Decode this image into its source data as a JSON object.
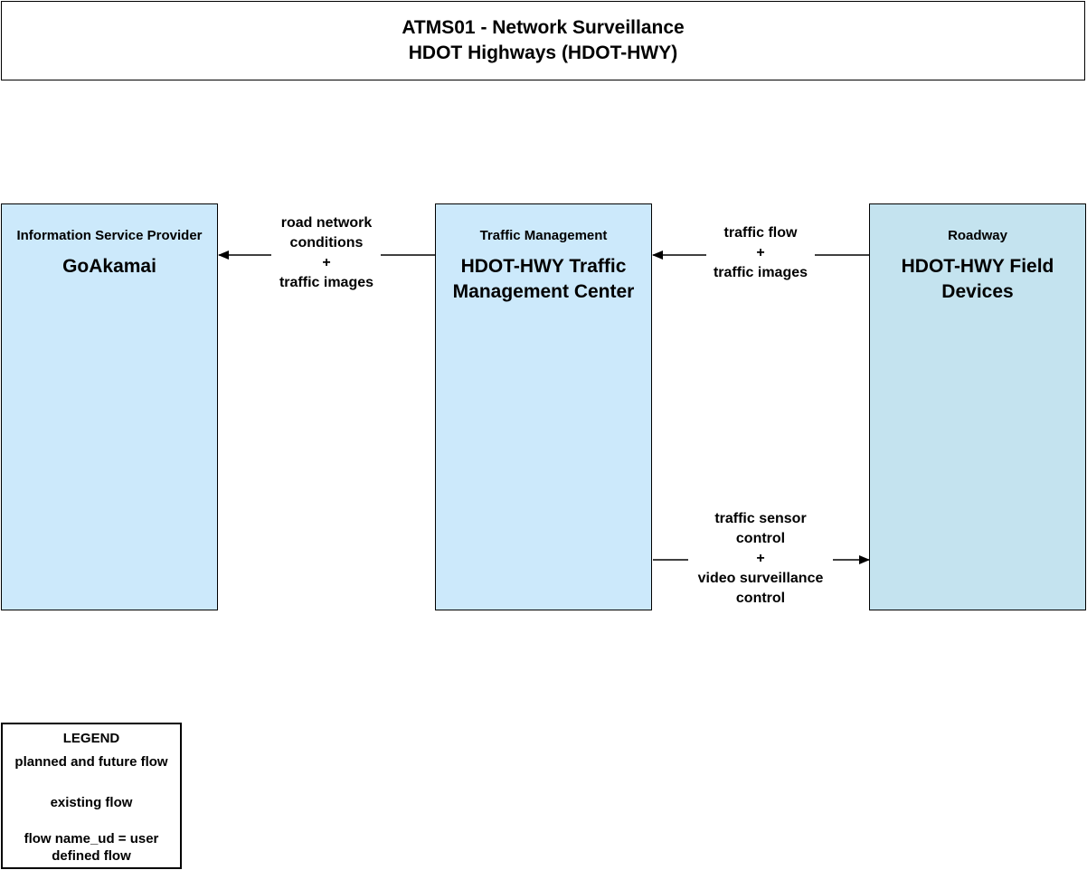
{
  "title": {
    "line1": "ATMS01 - Network Surveillance",
    "line2": "HDOT Highways (HDOT-HWY)"
  },
  "elements": {
    "isp": {
      "category": "Information Service Provider",
      "name": "GoAkamai"
    },
    "tmc": {
      "category": "Traffic Management",
      "name": "HDOT-HWY Traffic Management Center"
    },
    "roadway": {
      "category": "Roadway",
      "name": "HDOT-HWY Field Devices"
    }
  },
  "flows": {
    "tmc_to_isp": [
      "road network",
      "conditions",
      "+",
      "traffic images"
    ],
    "roadway_to_tmc": [
      "traffic flow",
      "+",
      "traffic images"
    ],
    "tmc_to_roadway": [
      "traffic sensor",
      "control",
      "+",
      "video surveillance",
      "control"
    ]
  },
  "legend": {
    "title": "LEGEND",
    "planned": "planned and future flow",
    "existing": "existing flow",
    "user_defined_line1": "flow name_ud = user",
    "user_defined_line2": "defined flow"
  },
  "colors": {
    "element_fill": "#cce9fb",
    "roadway_fill": "#c4e3ef",
    "line": "#000000"
  }
}
